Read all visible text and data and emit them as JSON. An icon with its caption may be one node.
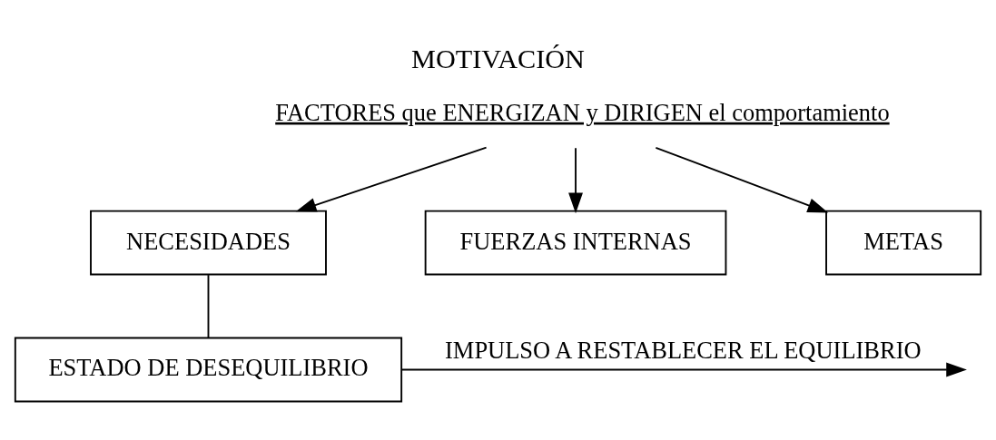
{
  "diagram": {
    "title": "MOTIVACIÓN",
    "nodes": [
      {
        "text": [
          "FACTORES que ENERGIZAN y DIRIGEN el comportamiento"
        ]
      },
      {
        "text": [
          "NECESIDADES"
        ]
      },
      {
        "text": [
          "FUERZAS INTERNAS"
        ]
      },
      {
        "text": [
          "METAS"
        ]
      },
      {
        "text": [
          "ESTADO DE DESEQUILIBRIO"
        ]
      }
    ],
    "edges": [
      {
        "from": 0,
        "to": 1,
        "arrow": "to"
      },
      {
        "from": 0,
        "to": 2,
        "arrow": "to"
      },
      {
        "from": 0,
        "to": 3,
        "arrow": "to"
      },
      {
        "from": 1,
        "to": 4,
        "arrow": "none"
      },
      {
        "from": 4,
        "to": null,
        "arrow": "to",
        "label": "IMPULSO A RESTABLECER EL EQUILIBRIO"
      }
    ]
  }
}
